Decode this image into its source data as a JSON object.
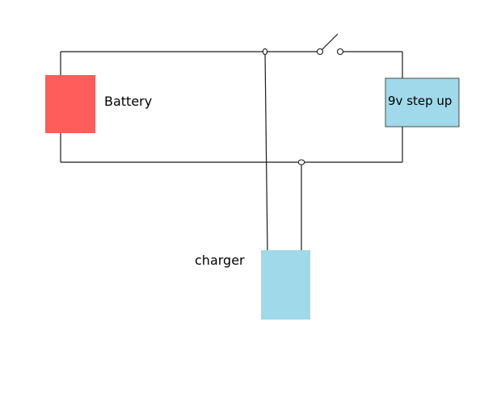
{
  "components": {
    "battery": {
      "label": "Battery",
      "color": "#ff5c5c"
    },
    "step_up": {
      "label": "9v step up",
      "color": "#9fd9ea"
    },
    "charger": {
      "label": "charger",
      "color": "#9fd9ea"
    }
  },
  "colors": {
    "wire": "#1a1a1a",
    "background": "#ffffff"
  }
}
